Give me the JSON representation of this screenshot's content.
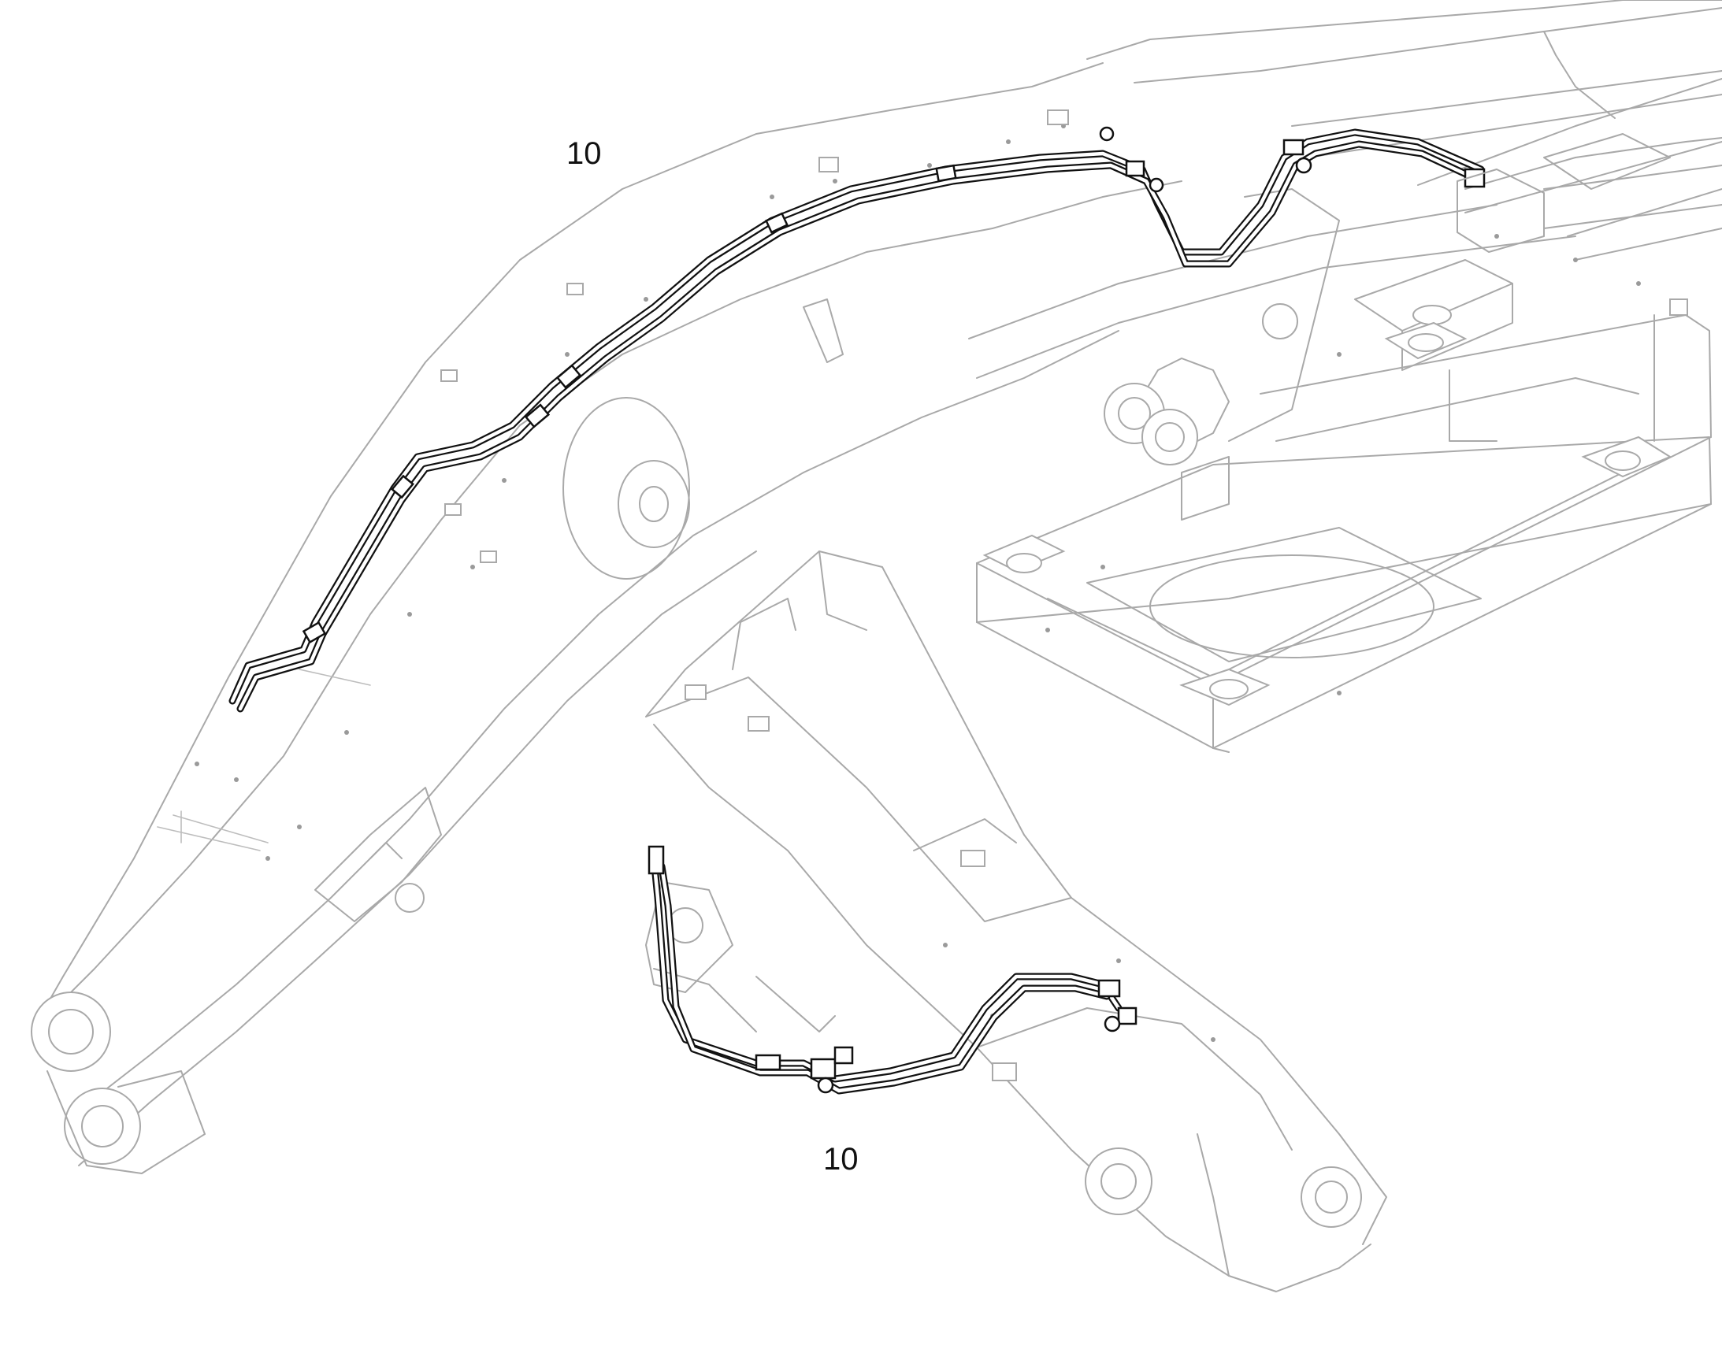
{
  "diagram": {
    "callouts": [
      {
        "id": "callout-top",
        "text": "10"
      },
      {
        "id": "callout-bottom",
        "text": "10"
      }
    ],
    "colors": {
      "component_outline": "#a9a9a9",
      "hose_line": "#111111",
      "background": "#ffffff"
    }
  }
}
